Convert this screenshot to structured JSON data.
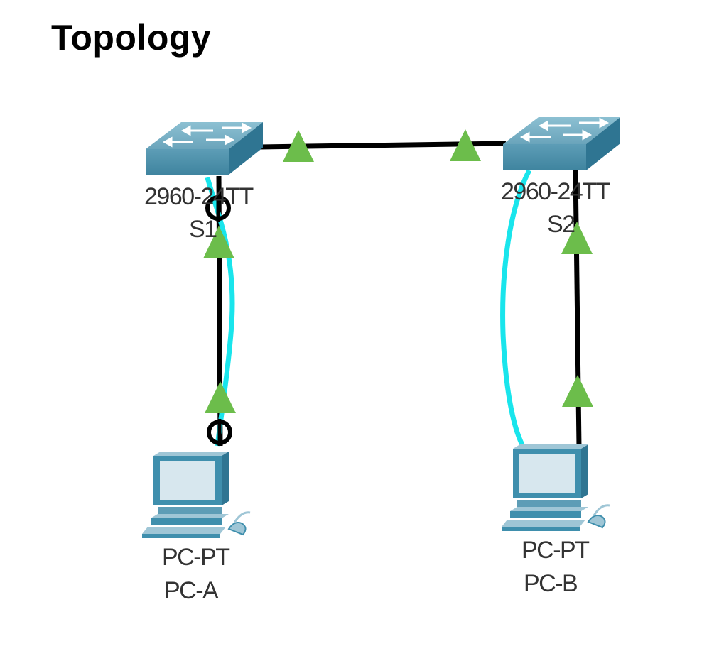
{
  "title": "Topology",
  "devices": {
    "s1": {
      "model": "2960-24TT",
      "name": "S1",
      "type": "switch"
    },
    "s2": {
      "model": "2960-24TT",
      "name": "S2",
      "type": "switch"
    },
    "pca": {
      "model": "PC-PT",
      "name": "PC-A",
      "type": "pc"
    },
    "pcb": {
      "model": "PC-PT",
      "name": "PC-B",
      "type": "pc"
    }
  },
  "links": [
    {
      "from": "S1",
      "to": "S2",
      "cable": "copper straight-through",
      "status": "up"
    },
    {
      "from": "S1",
      "to": "PC-A",
      "cable": "copper straight-through",
      "status": "up"
    },
    {
      "from": "S2",
      "to": "PC-B",
      "cable": "copper straight-through",
      "status": "up"
    },
    {
      "from": "S1",
      "to": "PC-A",
      "cable": "console"
    },
    {
      "from": "S2",
      "to": "PC-B",
      "cable": "console"
    }
  ],
  "colors": {
    "link": "#000000",
    "console": "#19e5ec",
    "link_up": "#6cbd4b",
    "device_top": "#7fb3c6",
    "device_side": "#3f8fad"
  }
}
